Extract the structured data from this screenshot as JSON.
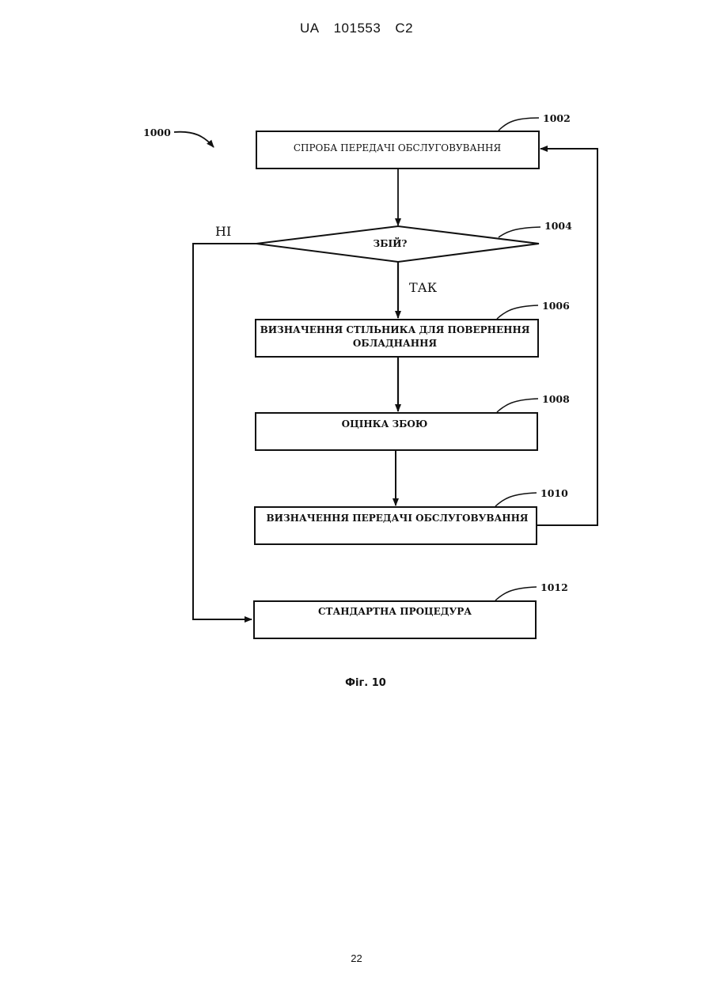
{
  "header": {
    "country": "UA",
    "number": "101553",
    "kind": "C2"
  },
  "diagram": {
    "ref": "1000",
    "nodes": [
      {
        "id": "1002",
        "ref": "1002",
        "shape": "box",
        "label": "СПРОБА ПЕРЕДАЧІ ОБСЛУГОВУВАННЯ"
      },
      {
        "id": "1004",
        "ref": "1004",
        "shape": "diamond",
        "label": "ЗБІЙ?"
      },
      {
        "id": "1006",
        "ref": "1006",
        "shape": "box",
        "label_line1": "ВИЗНАЧЕННЯ СТІЛЬНИКА ДЛЯ ПОВЕРНЕННЯ",
        "label_line2": "ОБЛАДНАННЯ"
      },
      {
        "id": "1008",
        "ref": "1008",
        "shape": "box",
        "label": "ОЦІНКА ЗБОЮ"
      },
      {
        "id": "1010",
        "ref": "1010",
        "shape": "box",
        "label": "ВИЗНАЧЕННЯ ПЕРЕДАЧІ ОБСЛУГОВУВАННЯ"
      },
      {
        "id": "1012",
        "ref": "1012",
        "shape": "box",
        "label": "СТАНДАРТНА ПРОЦЕДУРА"
      }
    ],
    "branches": {
      "yes": "ТАК",
      "no": "НІ"
    },
    "edges": [
      {
        "from": "1002",
        "to": "1004"
      },
      {
        "from": "1004",
        "to": "1006",
        "label": "ТАК"
      },
      {
        "from": "1004",
        "to": "1012",
        "label": "НІ"
      },
      {
        "from": "1006",
        "to": "1008"
      },
      {
        "from": "1008",
        "to": "1010"
      },
      {
        "from": "1010",
        "to": "1002"
      }
    ]
  },
  "caption": "Фіг. 10",
  "page_number": "22"
}
